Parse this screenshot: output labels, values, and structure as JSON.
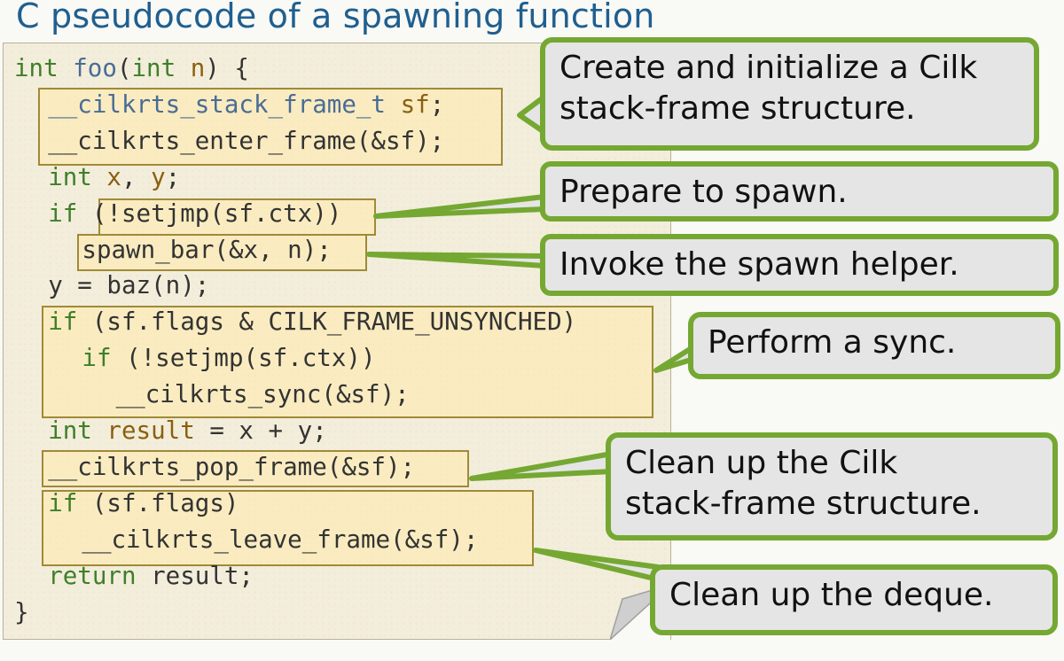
{
  "slide_title": "C pseudocode of a spawning function",
  "code_lines": [
    {
      "indent": "",
      "parts": [
        [
          "k",
          "int"
        ],
        [
          "n",
          " "
        ],
        [
          "t",
          "foo"
        ],
        [
          "n",
          "("
        ],
        [
          "k",
          "int"
        ],
        [
          "n",
          " "
        ],
        [
          "v",
          "n"
        ],
        [
          "n",
          ") {"
        ]
      ]
    },
    {
      "indent": "  ",
      "parts": [
        [
          "t",
          "__cilkrts_stack_frame_t"
        ],
        [
          "n",
          " "
        ],
        [
          "v",
          "sf"
        ],
        [
          "n",
          ";"
        ]
      ]
    },
    {
      "indent": "  ",
      "parts": [
        [
          "n",
          "__cilkrts_enter_frame(&sf);"
        ]
      ]
    },
    {
      "indent": "  ",
      "parts": [
        [
          "k",
          "int"
        ],
        [
          "n",
          " "
        ],
        [
          "v",
          "x"
        ],
        [
          "n",
          ", "
        ],
        [
          "v",
          "y"
        ],
        [
          "n",
          ";"
        ]
      ]
    },
    {
      "indent": "  ",
      "parts": [
        [
          "k",
          "if"
        ],
        [
          "n",
          " (!setjmp(sf.ctx))"
        ]
      ]
    },
    {
      "indent": "    ",
      "parts": [
        [
          "n",
          "spawn_bar(&x, n);"
        ]
      ]
    },
    {
      "indent": "  ",
      "parts": [
        [
          "n",
          "y = baz(n);"
        ]
      ]
    },
    {
      "indent": "  ",
      "parts": [
        [
          "k",
          "if"
        ],
        [
          "n",
          " (sf.flags & CILK_FRAME_UNSYNCHED)"
        ]
      ]
    },
    {
      "indent": "    ",
      "parts": [
        [
          "k",
          "if"
        ],
        [
          "n",
          " (!setjmp(sf.ctx))"
        ]
      ]
    },
    {
      "indent": "      ",
      "parts": [
        [
          "n",
          "__cilkrts_sync(&sf);"
        ]
      ]
    },
    {
      "indent": "  ",
      "parts": [
        [
          "k",
          "int"
        ],
        [
          "n",
          " "
        ],
        [
          "v",
          "result"
        ],
        [
          "n",
          " = x + y;"
        ]
      ]
    },
    {
      "indent": "  ",
      "parts": [
        [
          "n",
          "__cilkrts_pop_frame(&sf);"
        ]
      ]
    },
    {
      "indent": "  ",
      "parts": [
        [
          "k",
          "if"
        ],
        [
          "n",
          " (sf.flags)"
        ]
      ]
    },
    {
      "indent": "    ",
      "parts": [
        [
          "n",
          "__cilkrts_leave_frame(&sf);"
        ]
      ]
    },
    {
      "indent": "  ",
      "parts": [
        [
          "k",
          "return"
        ],
        [
          "n",
          " result;"
        ]
      ]
    },
    {
      "indent": "",
      "parts": [
        [
          "n",
          "}"
        ]
      ]
    }
  ],
  "callouts": [
    {
      "id": "stack-frame-create",
      "lines": [
        "Create and initialize a Cilk",
        "stack-frame structure."
      ]
    },
    {
      "id": "prepare-spawn",
      "lines": [
        "Prepare to spawn."
      ]
    },
    {
      "id": "invoke-helper",
      "lines": [
        "Invoke the spawn helper."
      ]
    },
    {
      "id": "perform-sync",
      "lines": [
        "Perform a sync."
      ]
    },
    {
      "id": "stack-frame-cleanup",
      "lines": [
        "Clean up the Cilk",
        "stack-frame structure."
      ]
    },
    {
      "id": "deque-cleanup",
      "lines": [
        "Clean up the deque."
      ]
    }
  ],
  "colors": {
    "title": "#1f5f8f",
    "callout_border": "#75a832",
    "callout_fill": "#e5e5e5",
    "highlight_border": "#a08a38",
    "keyword": "#3f7f2a",
    "type": "#4a6c96"
  }
}
